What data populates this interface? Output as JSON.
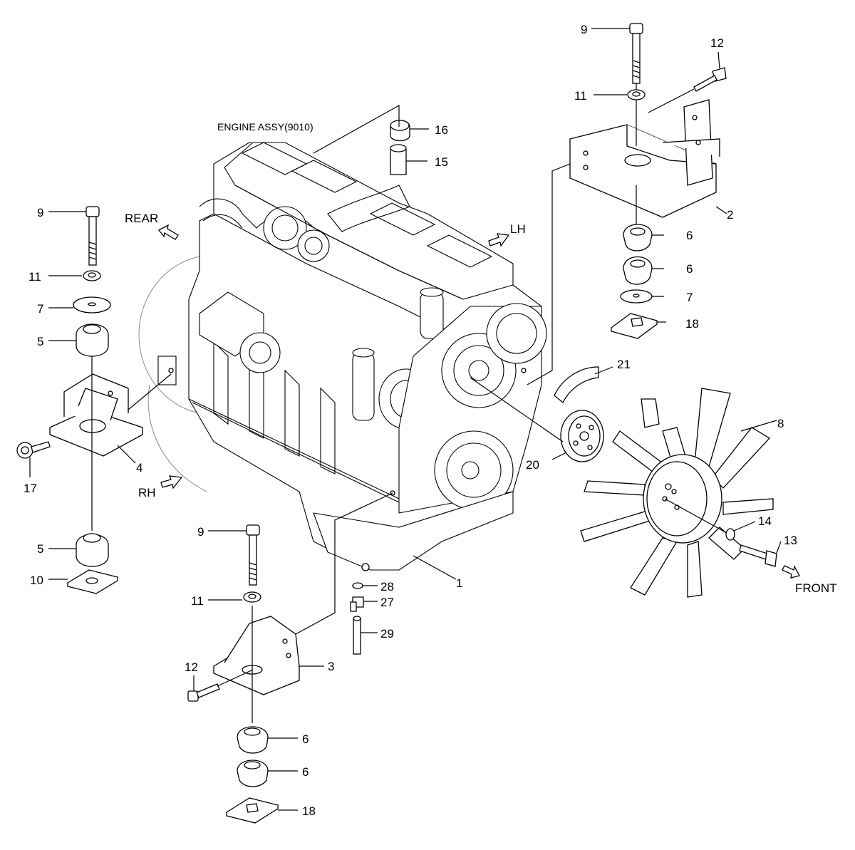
{
  "diagram": {
    "caption": "ENGINE ASSY(9010)",
    "directions": {
      "rear": "REAR",
      "lh": "LH",
      "rh": "RH",
      "front": "FRONT"
    },
    "labels": {
      "n1": "1",
      "n2": "2",
      "n3": "3",
      "n4": "4",
      "n5a": "5",
      "n5b": "5",
      "n6a": "6",
      "n6b": "6",
      "n6c": "6",
      "n6d": "6",
      "n7a": "7",
      "n7b": "7",
      "n8": "8",
      "n9a": "9",
      "n9b": "9",
      "n9c": "9",
      "n10": "10",
      "n11a": "11",
      "n11b": "11",
      "n11c": "11",
      "n12a": "12",
      "n12b": "12",
      "n13": "13",
      "n14": "14",
      "n15": "15",
      "n16": "16",
      "n17": "17",
      "n18a": "18",
      "n18b": "18",
      "n20": "20",
      "n21": "21",
      "n27": "27",
      "n28": "28",
      "n29": "29"
    }
  }
}
